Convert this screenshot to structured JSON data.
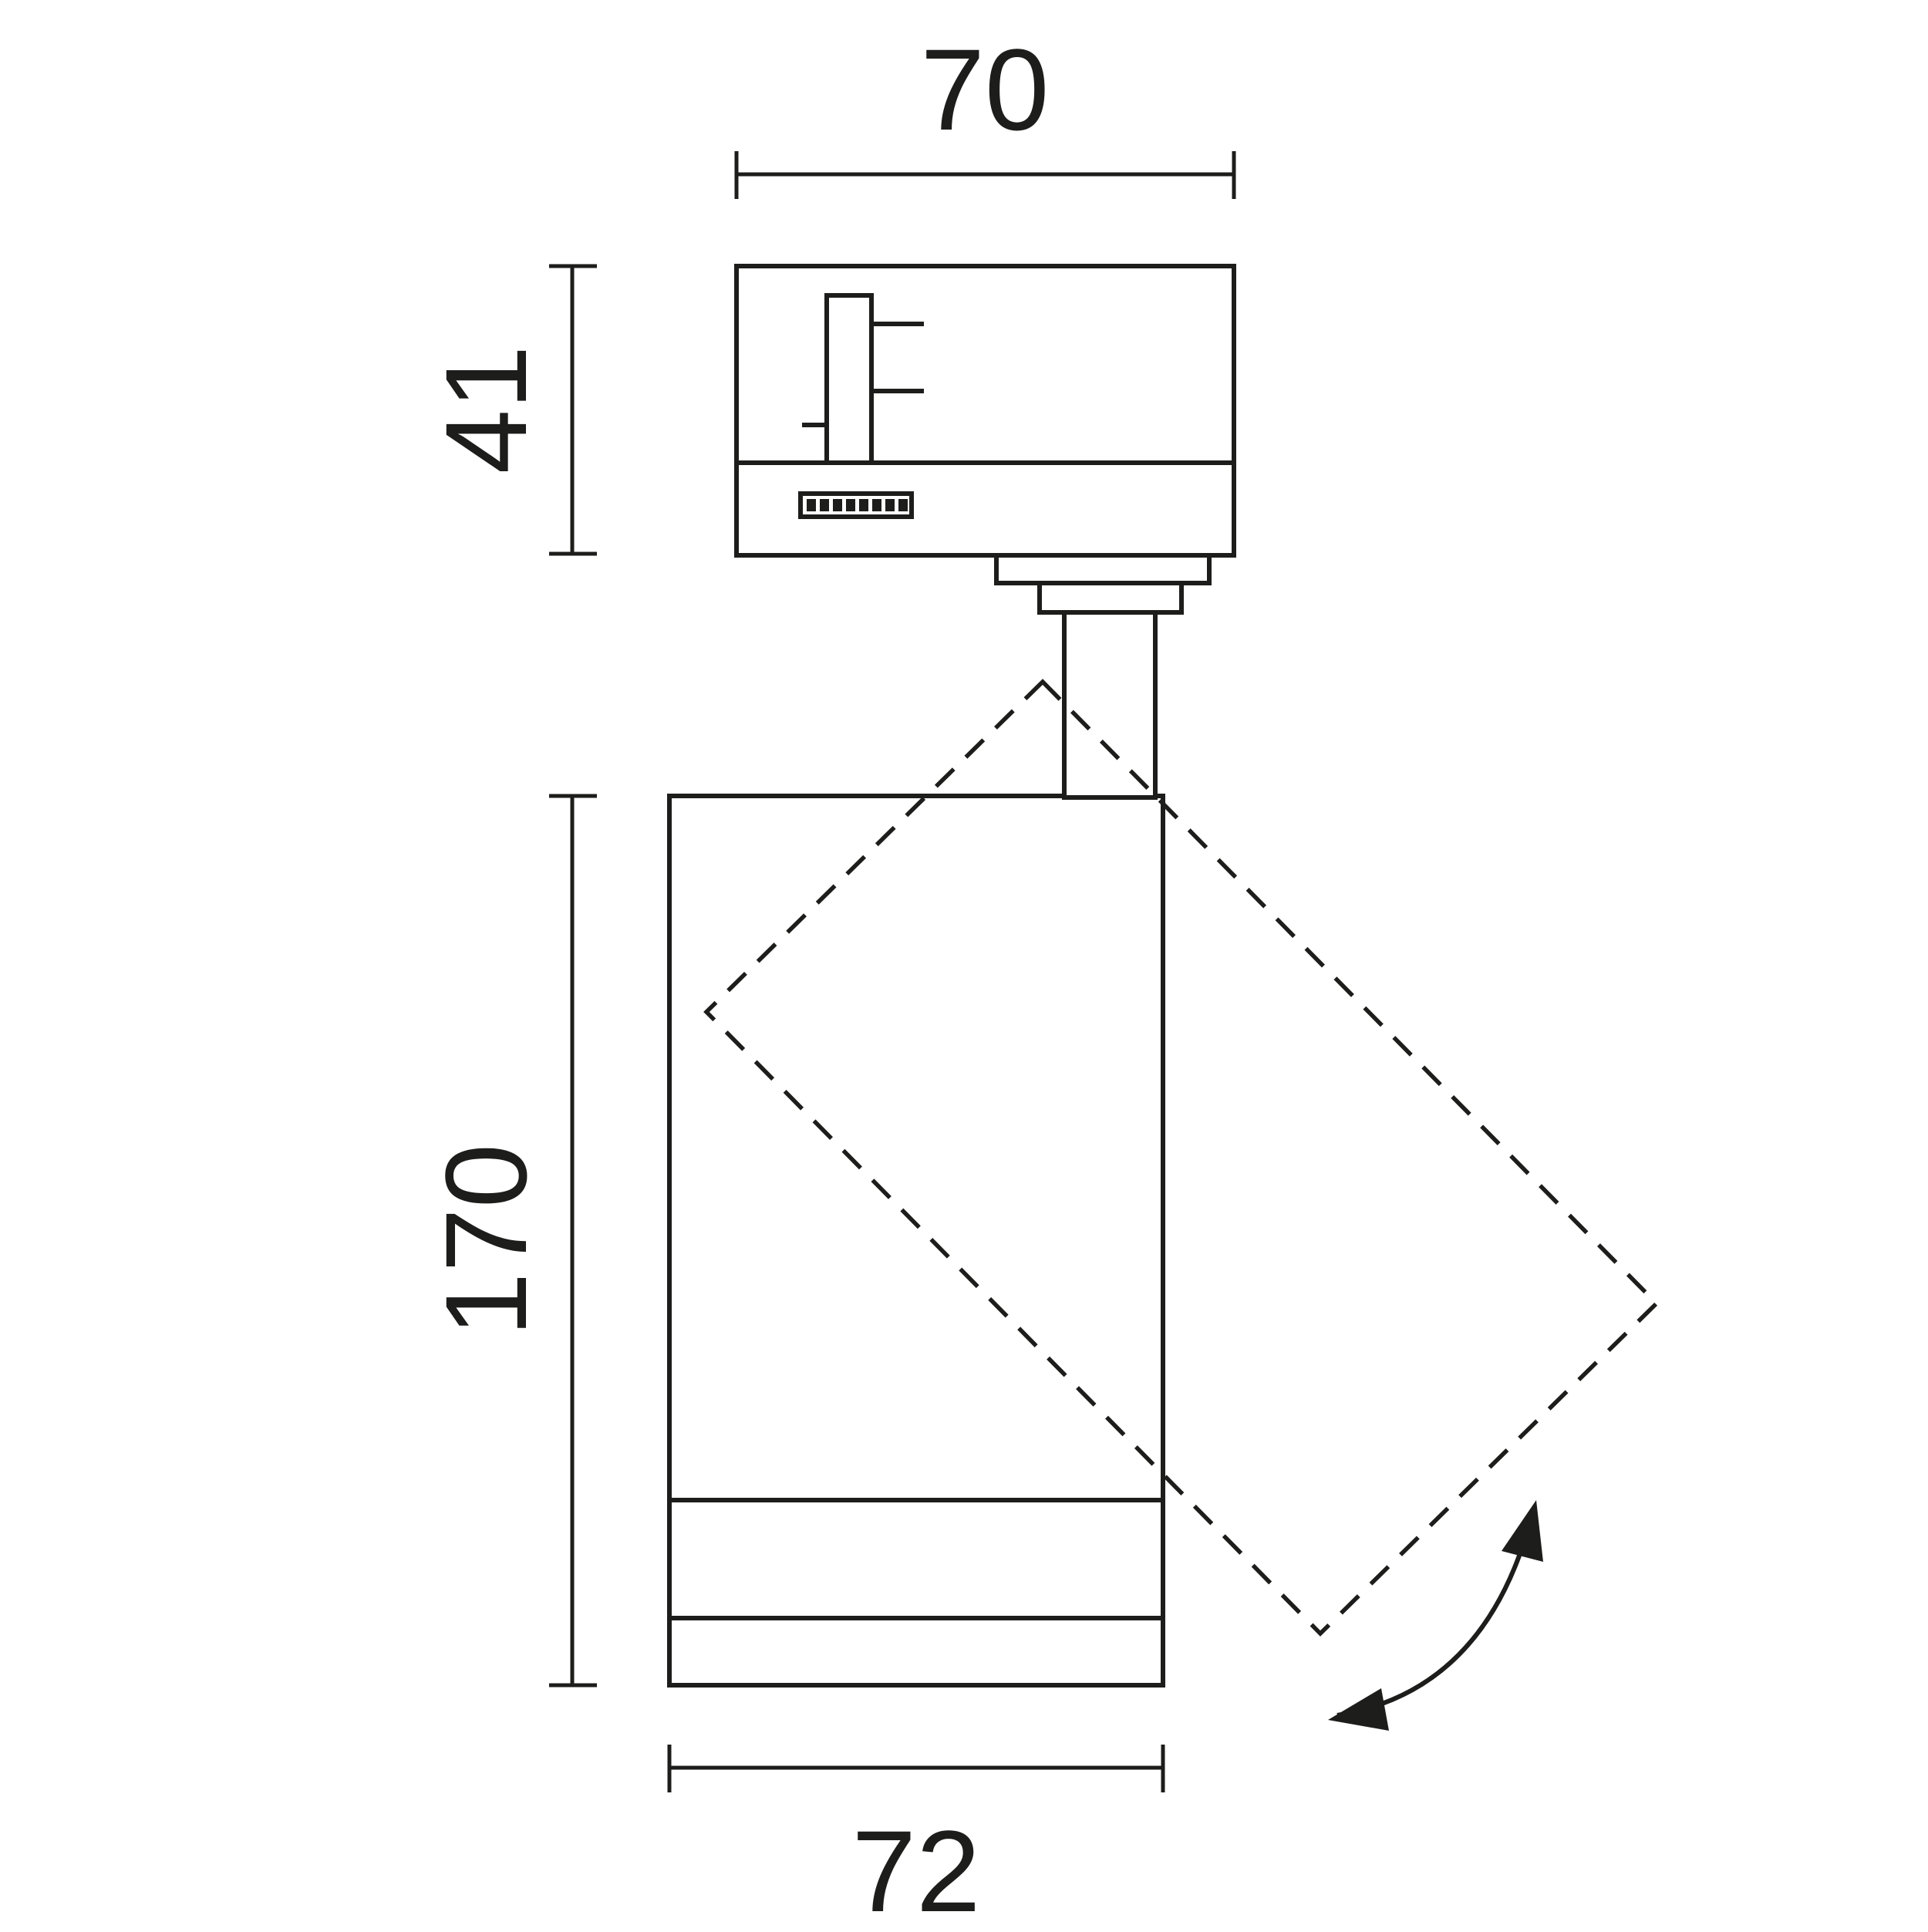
{
  "colors": {
    "ink": "#1d1d1b",
    "background": "#ffffff"
  },
  "dimensions": {
    "adapter_width_mm": "70",
    "adapter_height_mm": "41",
    "body_height_mm": "170",
    "body_width_mm": "72"
  }
}
